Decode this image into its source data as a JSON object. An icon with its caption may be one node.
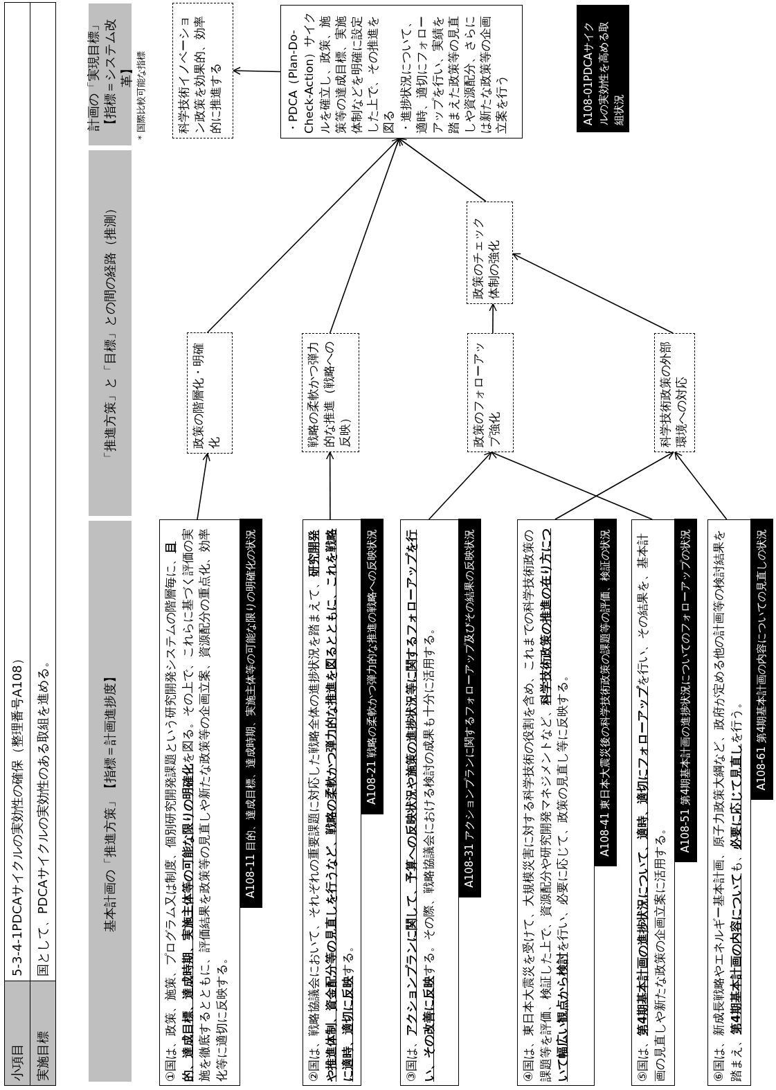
{
  "diagram": {
    "nodes": [
      {
        "text": [
          "基本計画の「推進方策」【指標＝計画進捗度】"
        ]
      },
      {
        "text": [
          "「推進方策」と「目標」との間の経路（推測）"
        ]
      },
      {
        "text": [
          "計画の「実現目標」【指標＝システム改革】"
        ]
      },
      {
        "text": [
          "①国は、政策、施策、プログラム又は制度、個別研究開発課題という研究開発システムの階層毎に、**目的、達成目標、達成時期、実施主体等の可能な限りの明確化**を図る。その上で、これらに基づく評価の実施を徹底するとともに、評価結果を政策等の見直しや新たな政策等の企画立案、資源配分の重点化、効率化等に適切に反映する。"
        ],
        "beside": [
          "A108-11 目的、達成目標、達成時期、実施主体等の可能な限りの明確化の状況"
        ]
      },
      {
        "text": [
          "②国は、戦略協議会において、それぞれの重要課題に対応した戦略全体の進捗状況を踏まえて、**研究開発や推進体制、資金配分等の見直しを行うなど、戦略の柔軟かつ弾力的な推進を図るとともに、これを戦略に適時、適切に反映**する。"
        ],
        "beside": [
          "A108-21 戦略の柔軟かつ弾力的な推進の戦略への反映状況"
        ]
      },
      {
        "text": [
          "③国は、**アクションプランに関して、予算への反映状況や施策の進捗状況等に関するフォローアップを行い、その改善に反映**する。その際、戦略協議会における検討の成果も十分に活用する。"
        ],
        "beside": [
          "A108-31 アクションプランに関するフォローアップ及びその結果の反映状況"
        ]
      },
      {
        "text": [
          "④国は、東日本大震災を受けて、大規模災害に対する科学技術の役割を含め、これまでの科学技術政策の課題等を評価、検証した上で、資源配分や研究開発マネジメントなど、**科学技術政策の推進の在り方について幅広い観点から検討**を行い、必要に応じて、政策の見直し等に反映する。"
        ],
        "beside": [
          "A108-41 東日本大震災後の科学技術政策の課題等の評価、検証の状況"
        ]
      },
      {
        "text": [
          "⑤国は、**第4期基本計画の進捗状況について、適時、適切にフォローアップ**を行い、その結果を、基本計画の見直しや新たな政策の企画立案に活用する。"
        ],
        "beside": [
          "A108-51 第4期基本計画の進捗状況についてのフォローアップの状況"
        ]
      },
      {
        "text": [
          "⑥国は、新成長戦略やエネルギー基本計画、原子力政策大綱など、政府が定める他の計画等の検討結果を踏まえ、**第4期基本計画の内容について**も、**必要に応じて見直し**を行う。"
        ],
        "beside": [
          "A108-61 第4期基本計画の内容についての見直しの状況"
        ]
      },
      {
        "text": [
          "政策の階層化・明確化"
        ]
      },
      {
        "text": [
          "戦略の柔軟かつ弾力的な推進（戦略への反映）"
        ]
      },
      {
        "text": [
          "政策のフォローアップ強化"
        ]
      },
      {
        "text": [
          "政策のチェック体制の強化"
        ]
      },
      {
        "text": [
          "科学技術政策の外部環境への対応"
        ]
      },
      {
        "text": [
          "科学技術イノベーション政策を効果的、効率的に推進する"
        ]
      },
      {
        "text": [
          "・PDCA（Plan-Do-Check-Action）サイクルを確立し、政策、施策等の達成目標、実施体制などを明確に設定した上で、その推進を図る",
          "・進捗状況について、適時、適切にフォローアップを行い、実績を踏まえた政策等の見直しや資源配分、さらには新たな政策等の企画立案を行う"
        ]
      },
      {
        "text": [
          "A108-01PDCAサイクルの実効性を高める取組状況"
        ]
      }
    ],
    "edges": [
      {
        "from": 3,
        "to": 9,
        "arrow": "to"
      },
      {
        "from": 4,
        "to": 10,
        "arrow": "to"
      },
      {
        "from": 5,
        "to": 11,
        "arrow": "to"
      },
      {
        "from": 6,
        "to": 13,
        "arrow": "to"
      },
      {
        "from": 7,
        "to": 11,
        "arrow": "to"
      },
      {
        "from": 8,
        "to": 13,
        "arrow": "to"
      },
      {
        "from": 9,
        "to": 15,
        "arrow": "to"
      },
      {
        "from": 10,
        "to": 15,
        "arrow": "to"
      },
      {
        "from": 11,
        "to": 12,
        "arrow": "to"
      },
      {
        "from": 13,
        "to": 12,
        "arrow": "to"
      },
      {
        "from": 12,
        "to": 15,
        "arrow": "to"
      },
      {
        "from": 15,
        "to": 14,
        "arrow": "to"
      }
    ],
    "labels": [
      "小項目",
      "5-3-4-1PDCAサイクルの実効性の確保（整理番号A108）",
      "実施目標",
      "国として、PDCAサイクルの実効性のある取組を進める。",
      "* 国際比較可能な指標"
    ]
  }
}
